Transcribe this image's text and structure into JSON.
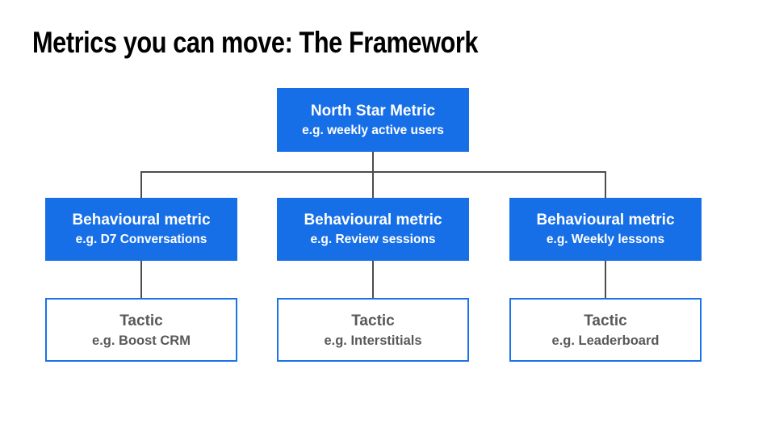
{
  "slide": {
    "title": "Metrics you can move: The Framework"
  },
  "colors": {
    "title_text": "#000000",
    "node_fill": "#176FE8",
    "tactic_border": "#1A73E8",
    "tactic_text": "#58595B",
    "connector": "#4D4D4D"
  },
  "diagram": {
    "root": {
      "label": "North Star Metric",
      "example": "e.g. weekly active users"
    },
    "columns": [
      {
        "metric_label": "Behavioural metric",
        "metric_example": "e.g. D7 Conversations",
        "tactic_label": "Tactic",
        "tactic_example": "e.g. Boost CRM"
      },
      {
        "metric_label": "Behavioural metric",
        "metric_example": "e.g. Review sessions",
        "tactic_label": "Tactic",
        "tactic_example": "e.g. Interstitials"
      },
      {
        "metric_label": "Behavioural metric",
        "metric_example": "e.g. Weekly lessons",
        "tactic_label": "Tactic",
        "tactic_example": "e.g. Leaderboard"
      }
    ]
  }
}
